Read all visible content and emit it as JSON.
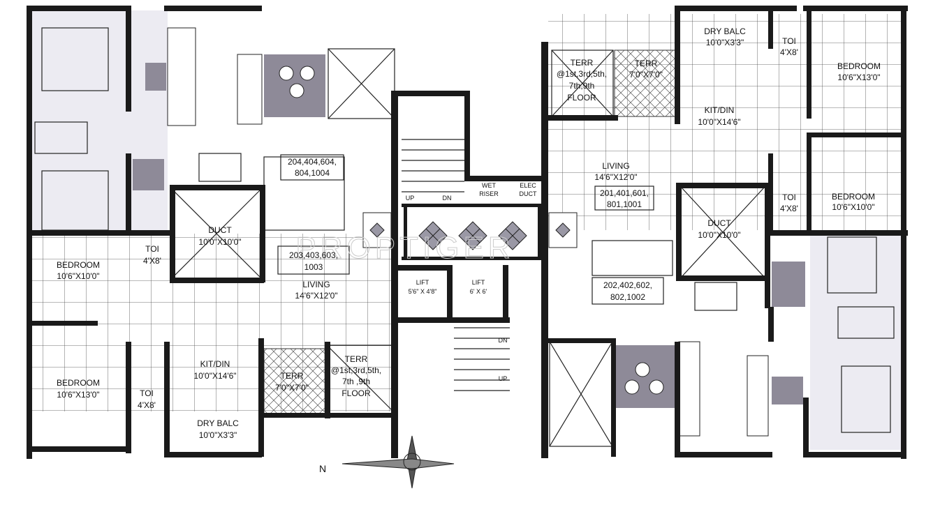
{
  "watermark": "PROPTIGER",
  "compass": {
    "north_label": "N"
  },
  "left_wing": {
    "duct": {
      "name": "DUCT",
      "size": "10'0\"X10'0\""
    },
    "toilet_top": {
      "name": "TOI",
      "size": "4'X8'"
    },
    "bedroom_small": {
      "name": "BEDROOM",
      "size": "10'6\"X10'0\""
    },
    "unit_box_lower": [
      "203,403,603,",
      "1003"
    ],
    "living": {
      "name": "LIVING",
      "size": "14'6\"X12'0\""
    },
    "unit_box_upper": [
      "204,404,604,",
      "804,1004"
    ],
    "bedroom_large": {
      "name": "BEDROOM",
      "size": "10'6\"X13'0\""
    },
    "toilet_bottom": {
      "name": "TOI",
      "size": "4'X8'"
    },
    "kit_din": {
      "name": "KIT/DIN",
      "size": "10'0\"X14'6\""
    },
    "dry_balc": {
      "name": "DRY BALC",
      "size": "10'0\"X3'3\""
    },
    "terr": {
      "name": "TERR",
      "size": "7'0\"X7'0\""
    },
    "terr_floors": [
      "TERR",
      "@1st,3rd,5th,",
      "7th ,9th",
      "FLOOR"
    ]
  },
  "core": {
    "stair_up": "UP",
    "stair_dn": "DN",
    "wet_riser": [
      "WET",
      "RISER"
    ],
    "elec_duct": [
      "ELEC",
      "DUCT"
    ],
    "lift1": {
      "name": "LIFT",
      "size": "5'6\" X 4'8\""
    },
    "lift2": {
      "name": "LIFT",
      "size": "6' X 6'"
    },
    "stair2_dn": "DN",
    "stair2_up": "UP"
  },
  "right_wing": {
    "terr_floors": [
      "TERR",
      "@1st,3rd,5th,",
      "7th,9th",
      "FLOOR"
    ],
    "terr": {
      "name": "TERR",
      "size": "7'0\"X7'0\""
    },
    "dry_balc": {
      "name": "DRY BALC",
      "size": "10'0\"X3'3\""
    },
    "toilet_top": {
      "name": "TOI",
      "size": "4'X8'"
    },
    "bedroom_large": {
      "name": "BEDROOM",
      "size": "10'6\"X13'0\""
    },
    "kit_din": {
      "name": "KIT/DIN",
      "size": "10'0\"X14'6\""
    },
    "living": {
      "name": "LIVING",
      "size": "14'6\"X12'0\""
    },
    "unit_box_upper": [
      "201,401,601,",
      "801,1001"
    ],
    "toilet_mid": {
      "name": "TOI",
      "size": "4'X8'"
    },
    "bedroom_small": {
      "name": "BEDROOM",
      "size": "10'6\"X10'0\""
    },
    "duct": {
      "name": "DUCT",
      "size": "10'0\"X10'0\""
    },
    "unit_box_lower": [
      "202,402,602,",
      "802,1002"
    ]
  }
}
